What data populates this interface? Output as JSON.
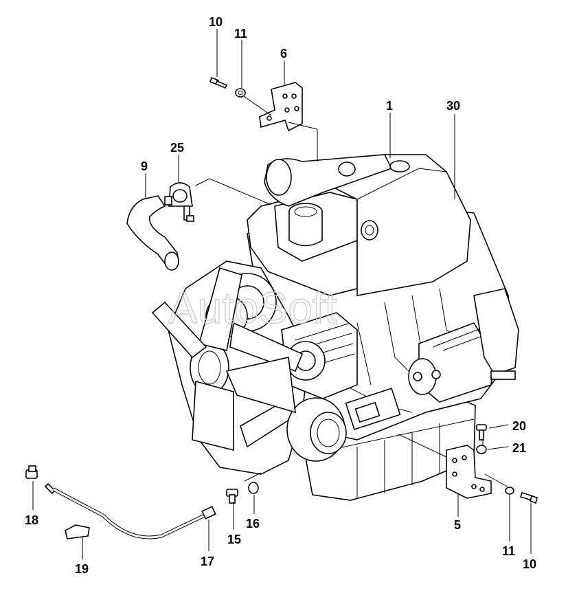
{
  "watermark": "AutoSoft",
  "callouts": [
    "10",
    "11",
    "6",
    "1",
    "30",
    "25",
    "9",
    "20",
    "21",
    "18",
    "16",
    "15",
    "5",
    "11",
    "10",
    "19",
    "17"
  ]
}
